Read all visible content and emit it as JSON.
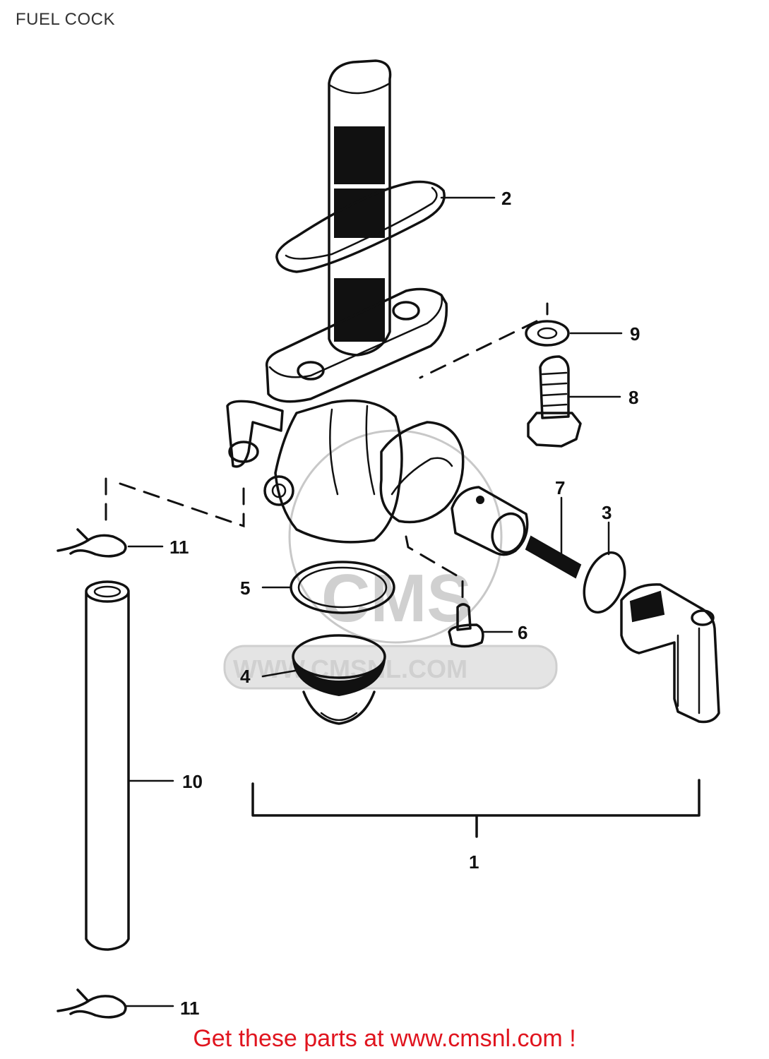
{
  "header": {
    "title": "FUEL COCK"
  },
  "watermark": {
    "logo": "CMS",
    "url": "WWW.CMSNL.COM"
  },
  "callouts": [
    {
      "number": "1",
      "part": "fuel-cock-assembly"
    },
    {
      "number": "2",
      "part": "o-ring-strainer"
    },
    {
      "number": "3",
      "part": "o-ring-lever"
    },
    {
      "number": "4",
      "part": "cup-sediment"
    },
    {
      "number": "5",
      "part": "o-ring-cup"
    },
    {
      "number": "6",
      "part": "screw"
    },
    {
      "number": "7",
      "part": "spring"
    },
    {
      "number": "8",
      "part": "bolt"
    },
    {
      "number": "9",
      "part": "washer"
    },
    {
      "number": "10",
      "part": "hose"
    },
    {
      "number": "11",
      "part": "clip"
    },
    {
      "number": "11",
      "part": "clip"
    }
  ],
  "footer": {
    "text": "Get these parts at www.cmsnl.com !",
    "color": "#e0141e"
  }
}
